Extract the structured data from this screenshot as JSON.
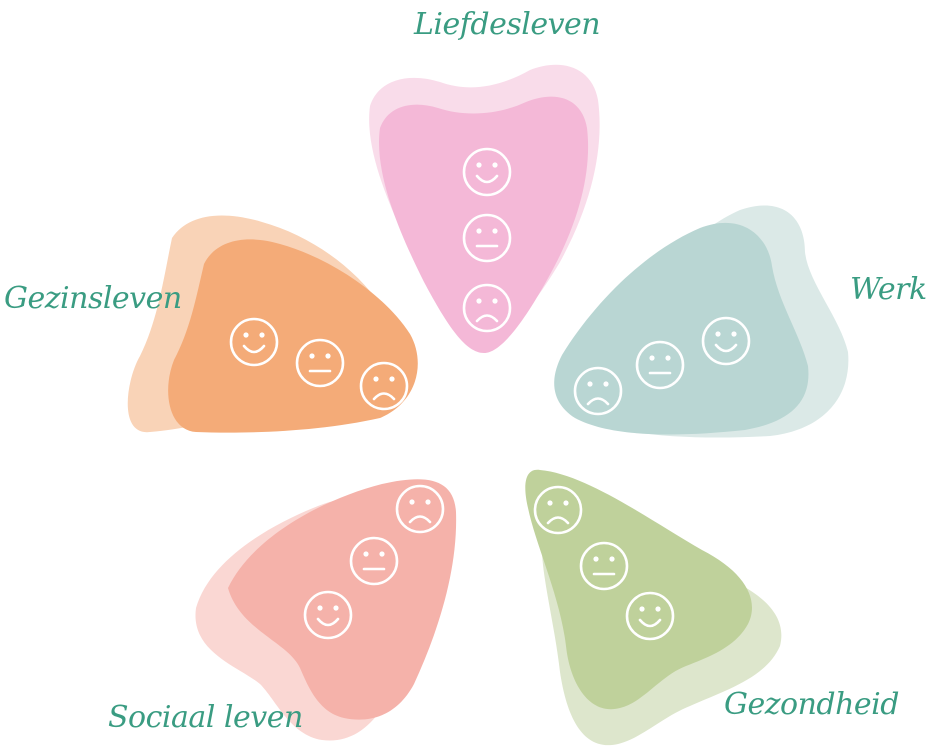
{
  "diagram": {
    "label_color": "#3a9c82",
    "face_color": "#ffffff",
    "petals": [
      {
        "id": "liefdesleven",
        "label": "Liefdesleven",
        "color": "#f4b8d7",
        "back_color": "#f9dcea",
        "faces": [
          "happy-face-icon",
          "neutral-face-icon",
          "sad-face-icon"
        ]
      },
      {
        "id": "werk",
        "label": "Werk",
        "color": "#b9d6d3",
        "back_color": "#dbe9e7",
        "faces": [
          "sad-face-icon",
          "neutral-face-icon",
          "happy-face-icon"
        ]
      },
      {
        "id": "gezinsleven",
        "label": "Gezinsleven",
        "color": "#f4ab78",
        "back_color": "#f9d3b7",
        "faces": [
          "happy-face-icon",
          "neutral-face-icon",
          "sad-face-icon"
        ]
      },
      {
        "id": "gezondheid",
        "label": "Gezondheid",
        "color": "#bfd19b",
        "back_color": "#dde6cc",
        "faces": [
          "sad-face-icon",
          "neutral-face-icon",
          "happy-face-icon"
        ]
      },
      {
        "id": "sociaal",
        "label": "Sociaal leven",
        "color": "#f5b2aa",
        "back_color": "#fad7d3",
        "faces": [
          "sad-face-icon",
          "neutral-face-icon",
          "happy-face-icon"
        ]
      }
    ]
  }
}
